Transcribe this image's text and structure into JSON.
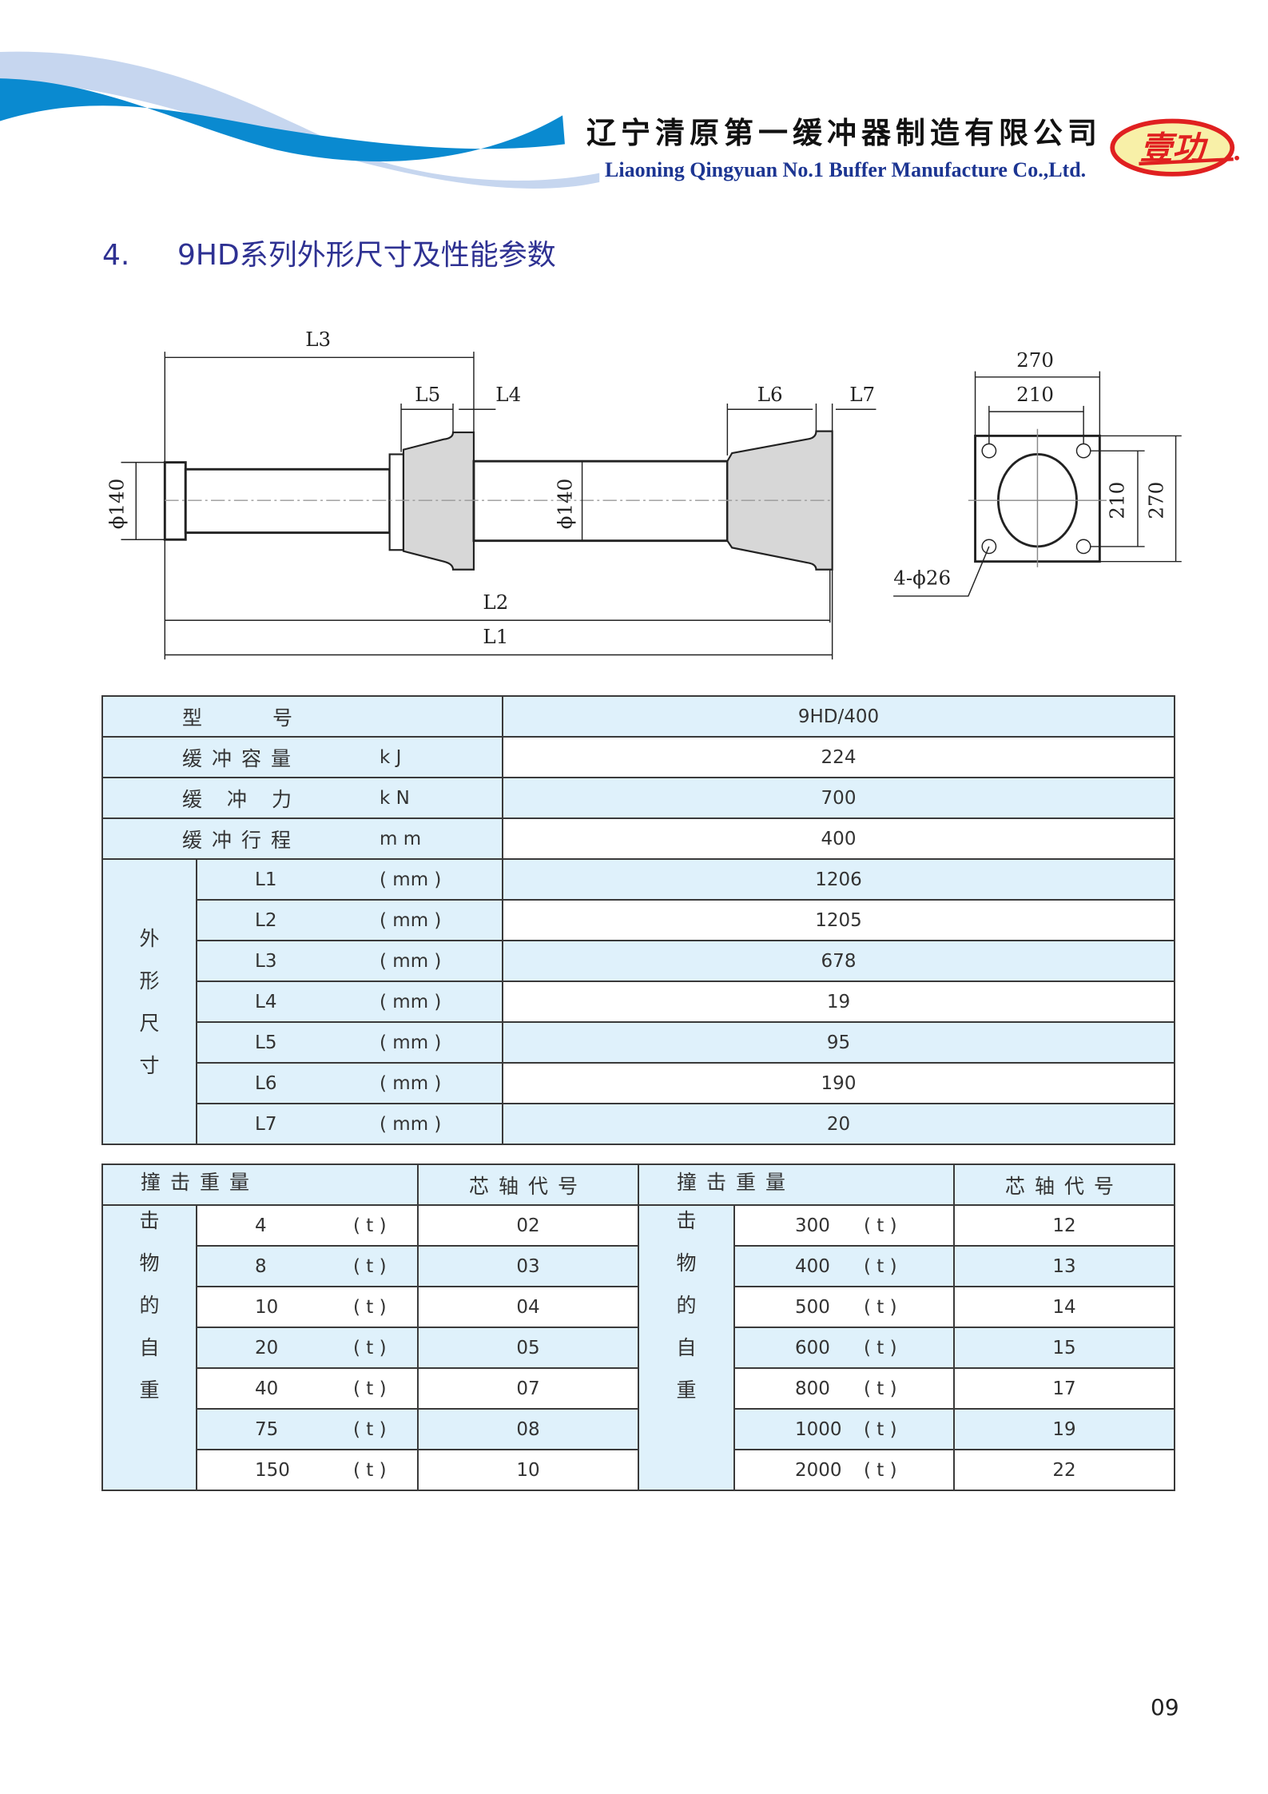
{
  "header": {
    "company_cn": "辽宁清原第一缓冲器制造有限公司",
    "company_en": "Liaoning Qingyuan No.1 Buffer Manufacture Co.,Ltd.",
    "logo_text": "壹功",
    "colors": {
      "swoosh_dark": "#0a8ad0",
      "swoosh_light": "#c6d6ef",
      "logo_red": "#e02020",
      "logo_fill": "#f8f0a8",
      "title": "#2e3192"
    }
  },
  "section": {
    "number": "4.",
    "title": "9HD系列外形尺寸及性能参数"
  },
  "drawing": {
    "labels": {
      "L1": "L1",
      "L2": "L2",
      "L3": "L3",
      "L4": "L4",
      "L5": "L5",
      "L6": "L6",
      "L7": "L7"
    },
    "dia_left": "ϕ140",
    "dia_mid": "ϕ140",
    "flange": {
      "w_outer": "270",
      "w_inner": "210",
      "h_inner": "210",
      "h_outer": "270",
      "holes": "4-ϕ26"
    }
  },
  "specs": {
    "rows": [
      {
        "label": "型号",
        "unit": "",
        "value": "9HD/400"
      },
      {
        "label": "缓冲容量",
        "unit": "k J",
        "value": "224"
      },
      {
        "label": "缓冲力",
        "unit": "k N",
        "value": "700"
      },
      {
        "label": "缓冲行程",
        "unit": "m m",
        "value": "400"
      }
    ],
    "dims_group": [
      "外",
      "形",
      "尺",
      "寸"
    ],
    "dims": [
      {
        "label": "L1",
        "unit": "( mm )",
        "value": "1206"
      },
      {
        "label": "L2",
        "unit": "( mm )",
        "value": "1205"
      },
      {
        "label": "L3",
        "unit": "( mm )",
        "value": "678"
      },
      {
        "label": "L4",
        "unit": "( mm )",
        "value": "19"
      },
      {
        "label": "L5",
        "unit": "( mm )",
        "value": "95"
      },
      {
        "label": "L6",
        "unit": "( mm )",
        "value": "190"
      },
      {
        "label": "L7",
        "unit": "( mm )",
        "value": "20"
      }
    ]
  },
  "mass_table": {
    "col_weight": "撞击重量",
    "col_code": "芯轴代号",
    "group_label": [
      "击",
      "物",
      "的",
      "自",
      "重"
    ],
    "unit": "( t )",
    "left": [
      {
        "w": "4",
        "code": "02"
      },
      {
        "w": "8",
        "code": "03"
      },
      {
        "w": "10",
        "code": "04"
      },
      {
        "w": "20",
        "code": "05"
      },
      {
        "w": "40",
        "code": "07"
      },
      {
        "w": "75",
        "code": "08"
      },
      {
        "w": "150",
        "code": "10"
      }
    ],
    "right": [
      {
        "w": "300",
        "code": "12"
      },
      {
        "w": "400",
        "code": "13"
      },
      {
        "w": "500",
        "code": "14"
      },
      {
        "w": "600",
        "code": "15"
      },
      {
        "w": "800",
        "code": "17"
      },
      {
        "w": "1000",
        "code": "19"
      },
      {
        "w": "2000",
        "code": "22"
      }
    ]
  },
  "page_number": "09"
}
